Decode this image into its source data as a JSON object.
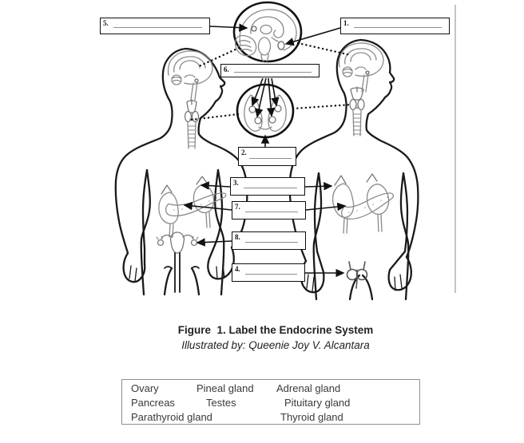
{
  "figure_caption": {
    "title": "Figure  1. Label the Endocrine System",
    "credit": "Illustrated by: Queenie Joy V. Alcantara"
  },
  "boxes": {
    "b1": "1.",
    "b2": "2.",
    "b3": "3.",
    "b4": "4.",
    "b5": "5.",
    "b6": "6.",
    "b7": "7.",
    "b8": "8."
  },
  "word_bank": {
    "items": [
      "Ovary",
      "Pineal gland",
      "Adrenal gland",
      "Pancreas",
      "Testes",
      "Pituitary gland",
      "Parathyroid gland",
      "Thyroid gland"
    ]
  },
  "colors": {
    "body_outline": "#1a1a1a",
    "organ_art": "#8a8a8a",
    "box_border": "#0f0f0f",
    "blank_line": "#8d8d8d",
    "divider_line": "#b5b5b5",
    "text": "#3a3a3a"
  }
}
